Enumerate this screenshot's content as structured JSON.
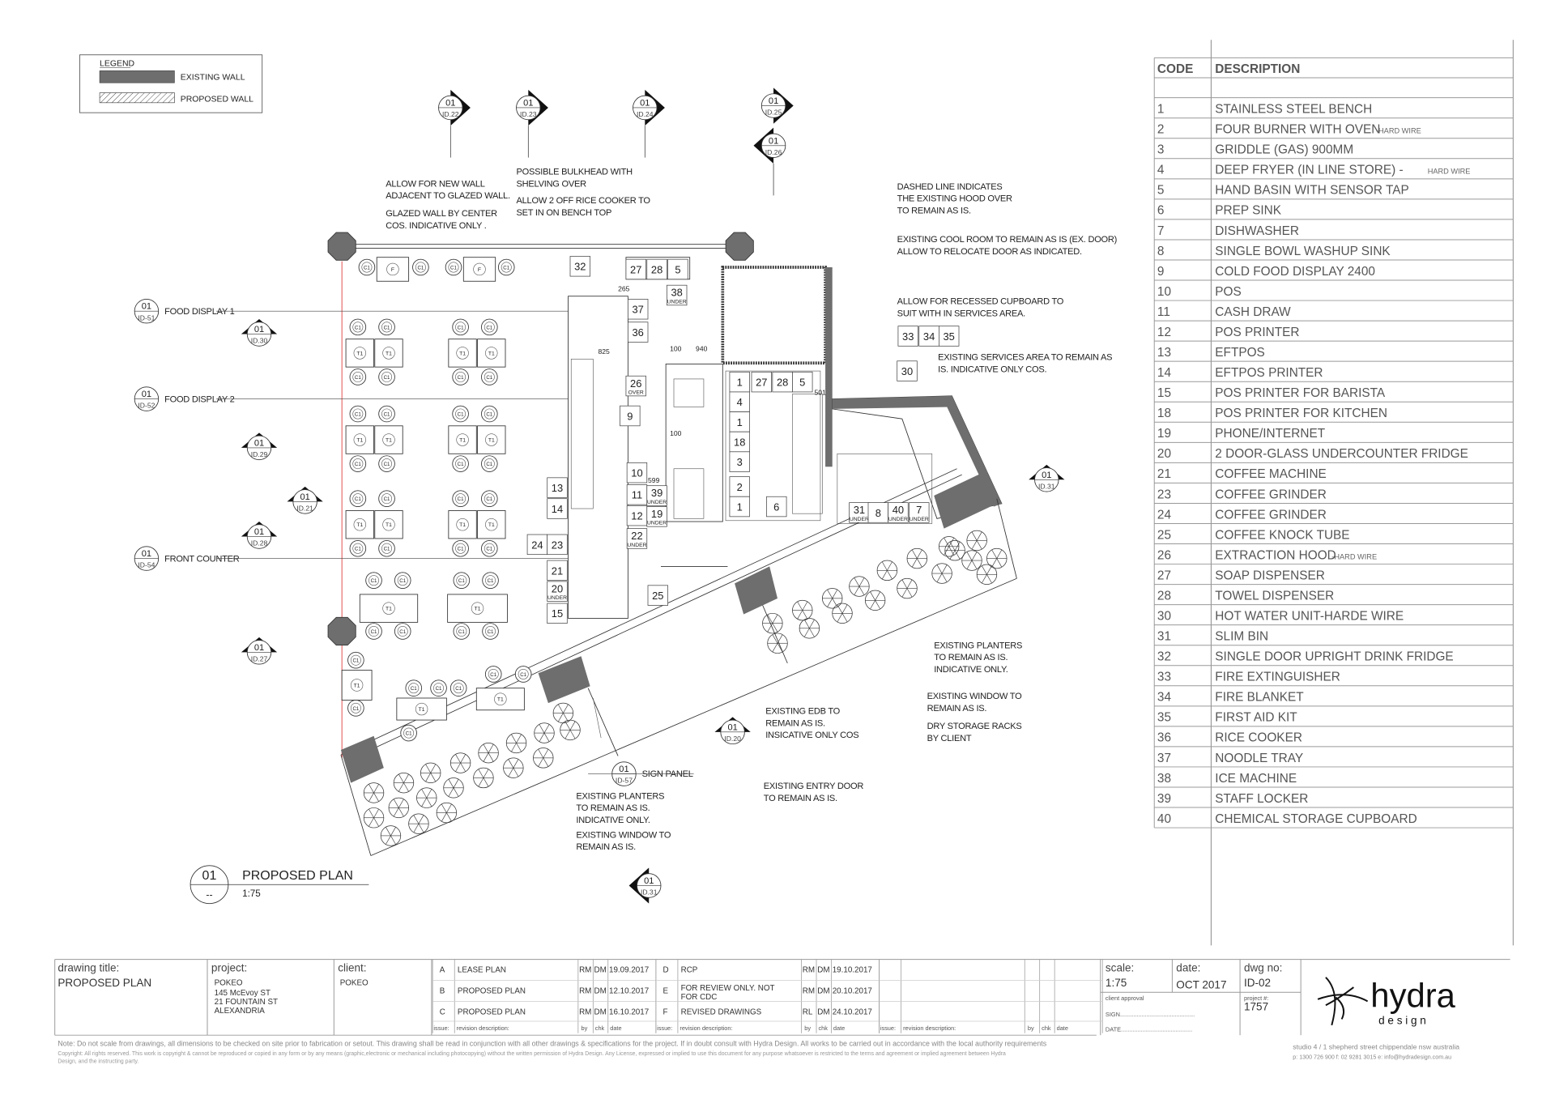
{
  "legend": {
    "title": "LEGEND",
    "existing_wall": "EXISTING WALL",
    "proposed_wall": "PROPOSED WALL",
    "existing_color": "#6e6e6e"
  },
  "section_markers": [
    {
      "num": "01",
      "ref": "ID.22"
    },
    {
      "num": "01",
      "ref": "ID.23"
    },
    {
      "num": "01",
      "ref": "ID.24"
    },
    {
      "num": "01",
      "ref": "ID.25"
    },
    {
      "num": "01",
      "ref": "ID.26"
    },
    {
      "num": "01",
      "ref": "ID-51",
      "label": "FOOD DISPLAY 1"
    },
    {
      "num": "01",
      "ref": "ID.30"
    },
    {
      "num": "01",
      "ref": "ID-52",
      "label": "FOOD DISPLAY 2"
    },
    {
      "num": "01",
      "ref": "ID.29"
    },
    {
      "num": "01",
      "ref": "ID.21"
    },
    {
      "num": "01",
      "ref": "ID.28"
    },
    {
      "num": "01",
      "ref": "ID-54",
      "label": "FRONT COUNTER"
    },
    {
      "num": "01",
      "ref": "ID.27"
    },
    {
      "num": "01",
      "ref": "ID.20"
    },
    {
      "num": "01",
      "ref": "ID-57",
      "label": "SIGN PANEL"
    },
    {
      "num": "01",
      "ref": "ID.31"
    },
    {
      "num": "01",
      "ref": "ID.31"
    }
  ],
  "annotations": [
    [
      "ALLOW FOR NEW WALL",
      "ADJACENT TO GLAZED WALL."
    ],
    [
      "GLAZED WALL BY CENTER",
      "COS. INDICATIVE ONLY ."
    ],
    [
      "POSSIBLE BULKHEAD WITH",
      "SHELVING OVER"
    ],
    [
      "ALLOW 2 OFF RICE COOKER TO",
      "SET IN ON BENCH TOP"
    ],
    [
      "DASHED LINE INDICATES",
      "THE EXISTING HOOD OVER",
      "TO REMAIN AS IS."
    ],
    [
      "EXISTING COOL ROOM TO REMAIN AS IS (EX. DOOR)",
      "ALLOW TO RELOCATE DOOR AS INDICATED."
    ],
    [
      "ALLOW FOR RECESSED CUPBOARD TO",
      "SUIT WITH IN SERVICES AREA."
    ],
    [
      "EXISTING SERVICES AREA TO REMAIN AS",
      "IS. INDICATIVE ONLY COS."
    ],
    [
      "EXISTING PLANTERS",
      "TO REMAIN AS IS.",
      "INDICATIVE ONLY."
    ],
    [
      "EXISTING WINDOW TO",
      "REMAIN AS IS."
    ],
    [
      "DRY STORAGE RACKS",
      "BY CLIENT"
    ],
    [
      "EXISTING EDB TO",
      "REMAIN AS IS.",
      "INSICATIVE ONLY COS"
    ],
    [
      "EXISTING ENTRY DOOR",
      "TO REMAIN AS IS."
    ],
    [
      "EXISTING PLANTERS",
      "TO REMAIN AS IS.",
      "INDICATIVE ONLY."
    ],
    [
      "EXISTING WINDOW TO",
      "REMAIN AS IS."
    ]
  ],
  "equipment_tags": [
    {
      "code": "32"
    },
    {
      "code": "27"
    },
    {
      "code": "28"
    },
    {
      "code": "5"
    },
    {
      "code": "38",
      "sub": "UNDER"
    },
    {
      "code": "37"
    },
    {
      "code": "36"
    },
    {
      "code": "26",
      "sub": "OVER"
    },
    {
      "code": "9"
    },
    {
      "code": "10"
    },
    {
      "code": "11"
    },
    {
      "code": "12"
    },
    {
      "code": "13"
    },
    {
      "code": "14"
    },
    {
      "code": "39",
      "sub": "UNDER"
    },
    {
      "code": "19",
      "sub": "UNDER"
    },
    {
      "code": "22",
      "sub": "UNDER"
    },
    {
      "code": "24"
    },
    {
      "code": "23"
    },
    {
      "code": "21"
    },
    {
      "code": "20",
      "sub": "UNDER"
    },
    {
      "code": "15"
    },
    {
      "code": "25"
    },
    {
      "code": "1"
    },
    {
      "code": "27"
    },
    {
      "code": "28"
    },
    {
      "code": "5"
    },
    {
      "code": "4"
    },
    {
      "code": "1"
    },
    {
      "code": "18"
    },
    {
      "code": "3"
    },
    {
      "code": "2"
    },
    {
      "code": "1"
    },
    {
      "code": "6"
    },
    {
      "code": "33"
    },
    {
      "code": "34"
    },
    {
      "code": "35"
    },
    {
      "code": "30"
    },
    {
      "code": "31",
      "sub": "UNDER"
    },
    {
      "code": "8"
    },
    {
      "code": "40",
      "sub": "UNDER"
    },
    {
      "code": "7",
      "sub": "UNDER"
    }
  ],
  "dimensions": [
    "265",
    "825",
    "100",
    "940",
    "100",
    "599",
    "501"
  ],
  "furniture": {
    "chair_label": "C1",
    "table_label": "T1",
    "high_table_label": "F"
  },
  "plan_title": {
    "num": "01",
    "sub": "--",
    "title": "PROPOSED PLAN",
    "scale": "1:75"
  },
  "code_table": {
    "headers": [
      "CODE",
      "DESCRIPTION"
    ],
    "rows": [
      {
        "code": "1",
        "desc": "STAINLESS STEEL BENCH"
      },
      {
        "code": "2",
        "desc": "FOUR BURNER WITH OVEN",
        "note": "-HARD WIRE"
      },
      {
        "code": "3",
        "desc": "GRIDDLE (GAS) 900MM"
      },
      {
        "code": "4",
        "desc": "DEEP FRYER (IN LINE STORE) -",
        "note": "HARD WIRE"
      },
      {
        "code": "5",
        "desc": "HAND BASIN WITH SENSOR TAP"
      },
      {
        "code": "6",
        "desc": "PREP SINK"
      },
      {
        "code": "7",
        "desc": "DISHWASHER"
      },
      {
        "code": "8",
        "desc": "SINGLE BOWL WASHUP SINK"
      },
      {
        "code": "9",
        "desc": "COLD FOOD DISPLAY 2400"
      },
      {
        "code": "10",
        "desc": "POS"
      },
      {
        "code": "11",
        "desc": "CASH DRAW"
      },
      {
        "code": "12",
        "desc": "POS PRINTER"
      },
      {
        "code": "13",
        "desc": "EFTPOS"
      },
      {
        "code": "14",
        "desc": "EFTPOS PRINTER"
      },
      {
        "code": "15",
        "desc": "POS PRINTER FOR BARISTA"
      },
      {
        "code": "18",
        "desc": "POS PRINTER FOR KITCHEN"
      },
      {
        "code": "19",
        "desc": "PHONE/INTERNET"
      },
      {
        "code": "20",
        "desc": "2 DOOR-GLASS UNDERCOUNTER FRIDGE"
      },
      {
        "code": "21",
        "desc": "COFFEE MACHINE"
      },
      {
        "code": "23",
        "desc": "COFFEE GRINDER"
      },
      {
        "code": "24",
        "desc": "COFFEE GRINDER"
      },
      {
        "code": "25",
        "desc": "COFFEE KNOCK TUBE"
      },
      {
        "code": "26",
        "desc": "EXTRACTION HOOD",
        "note": "-HARD WIRE"
      },
      {
        "code": "27",
        "desc": "SOAP DISPENSER"
      },
      {
        "code": "28",
        "desc": "TOWEL DISPENSER"
      },
      {
        "code": "30",
        "desc": "HOT WATER UNIT-HARDE WIRE"
      },
      {
        "code": "31",
        "desc": "SLIM BIN"
      },
      {
        "code": "32",
        "desc": "SINGLE DOOR UPRIGHT DRINK FRIDGE"
      },
      {
        "code": "33",
        "desc": "FIRE EXTINGUISHER"
      },
      {
        "code": "34",
        "desc": "FIRE BLANKET"
      },
      {
        "code": "35",
        "desc": "FIRST AID KIT"
      },
      {
        "code": "36",
        "desc": "RICE COOKER"
      },
      {
        "code": "37",
        "desc": "NOODLE TRAY"
      },
      {
        "code": "38",
        "desc": "ICE MACHINE"
      },
      {
        "code": "39",
        "desc": "STAFF LOCKER"
      },
      {
        "code": "40",
        "desc": "CHEMICAL STORAGE CUPBOARD"
      }
    ]
  },
  "title_block": {
    "drawing_title_label": "drawing title:",
    "drawing_title": "PROPOSED PLAN",
    "project_label": "project:",
    "project_lines": [
      "POKEO",
      "145 McEvoy ST",
      "21 FOUNTAIN ST",
      "ALEXANDRIA"
    ],
    "client_label": "client:",
    "client": "POKEO",
    "revisions": [
      {
        "issue": "A",
        "desc": "LEASE PLAN",
        "by": "RM",
        "chk": "DM",
        "date": "19.09.2017"
      },
      {
        "issue": "B",
        "desc": "PROPOSED PLAN",
        "by": "RM",
        "chk": "DM",
        "date": "12.10.2017"
      },
      {
        "issue": "C",
        "desc": "PROPOSED PLAN",
        "by": "RM",
        "chk": "DM",
        "date": "16.10.2017"
      },
      {
        "issue": "D",
        "desc": "RCP",
        "by": "RM",
        "chk": "DM",
        "date": "19.10.2017"
      },
      {
        "issue": "E",
        "desc": "FOR REVIEW ONLY. NOT FOR CDC",
        "by": "RM",
        "chk": "DM",
        "date": "20.10.2017"
      },
      {
        "issue": "F",
        "desc": "REVISED DRAWINGS",
        "by": "RL",
        "chk": "DM",
        "date": "24.10.2017"
      }
    ],
    "rev_headers": {
      "issue": "issue:",
      "desc": "revision description:",
      "by": "by",
      "chk": "chk",
      "date": "date"
    },
    "scale_label": "scale:",
    "scale": "1:75",
    "date_label": "date:",
    "date": "OCT 2017",
    "dwg_label": "dwg no:",
    "dwg": "ID-02",
    "client_approval": "client approval",
    "sign": "SIGN.............................................",
    "date_line": "DATE...........................................",
    "project_no_label": "project #:",
    "project_no": "1757",
    "logo_main": "hydra",
    "logo_sub": "d e s i g n",
    "address": "studio 4 / 1 shepherd street chippendale nsw australia",
    "contact": "p: 1300 726 900  f: 02 9281 3015  e: info@hydradesign.com.au"
  },
  "notes": {
    "note": "Note: Do not scale from drawings, all dimensions to be checked on site prior to fabrication or setout. This drawing shall be read in conjunction with all other drawings & specifications for the project. If in doubt consult with Hydra Design. All works to be carried out in accordance with the local authority requirements",
    "copyright1": "Copyright: All rights reserved. This work is copyright & cannot be reproduced or copied in any form or by any means (graphic,electronic or mechanical including photocopying) without the written permission of Hydra Design. Any License, expressed or implied to use this document for any purpose whatsoever is restricted to the terms and agreement or implied agreement between Hydra",
    "copyright2": "Design, and the instructing party."
  }
}
